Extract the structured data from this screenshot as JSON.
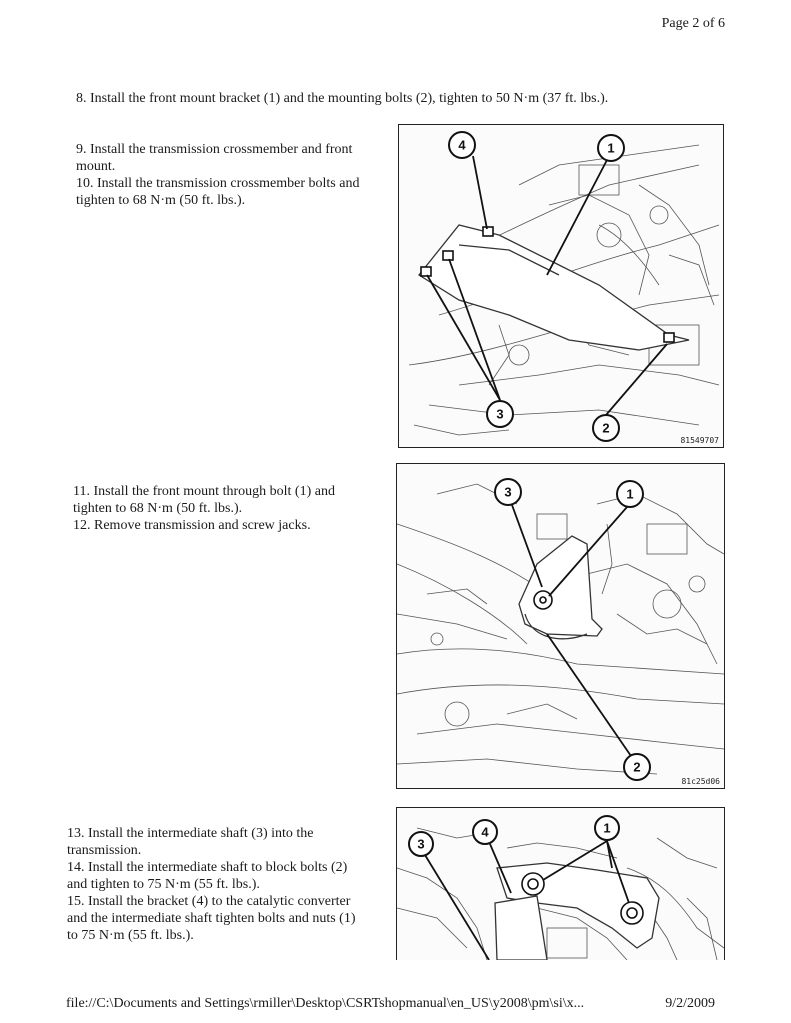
{
  "header": {
    "page_number": "Page 2 of 6"
  },
  "steps": {
    "step8": "8. Install the front mount bracket (1) and the mounting bolts (2), tighten to 50 N·m (37 ft. lbs.).",
    "block1": [
      "9. Install the transmission crossmember and front",
      "mount.",
      "10. Install the transmission crossmember bolts and",
      "tighten to 68 N·m (50 ft. lbs.)."
    ],
    "block2": [
      "11. Install the front mount through bolt (1) and",
      "tighten to 68 N·m (50 ft. lbs.).",
      "12. Remove transmission and screw jacks."
    ],
    "block3": [
      "13. Install the intermediate shaft (3) into the",
      "transmission.",
      "14. Install the intermediate shaft to block bolts (2)",
      "and tighten to 75 N·m (55 ft. lbs.).",
      "15. Install the bracket (4) to the catalytic converter",
      "and the intermediate shaft tighten bolts and nuts (1)",
      "to 75 N·m (55 ft. lbs.)."
    ]
  },
  "figures": {
    "fig1": {
      "code": "81549707",
      "callouts": [
        "4",
        "1",
        "3",
        "2"
      ]
    },
    "fig2": {
      "code": "81c25d06",
      "callouts": [
        "3",
        "1",
        "2"
      ]
    },
    "fig3": {
      "callouts": [
        "3",
        "4",
        "1"
      ]
    }
  },
  "footer": {
    "path": "file://C:\\Documents and Settings\\rmiller\\Desktop\\CSRTshopmanual\\en_US\\y2008\\pm\\si\\x...",
    "date": "9/2/2009"
  }
}
